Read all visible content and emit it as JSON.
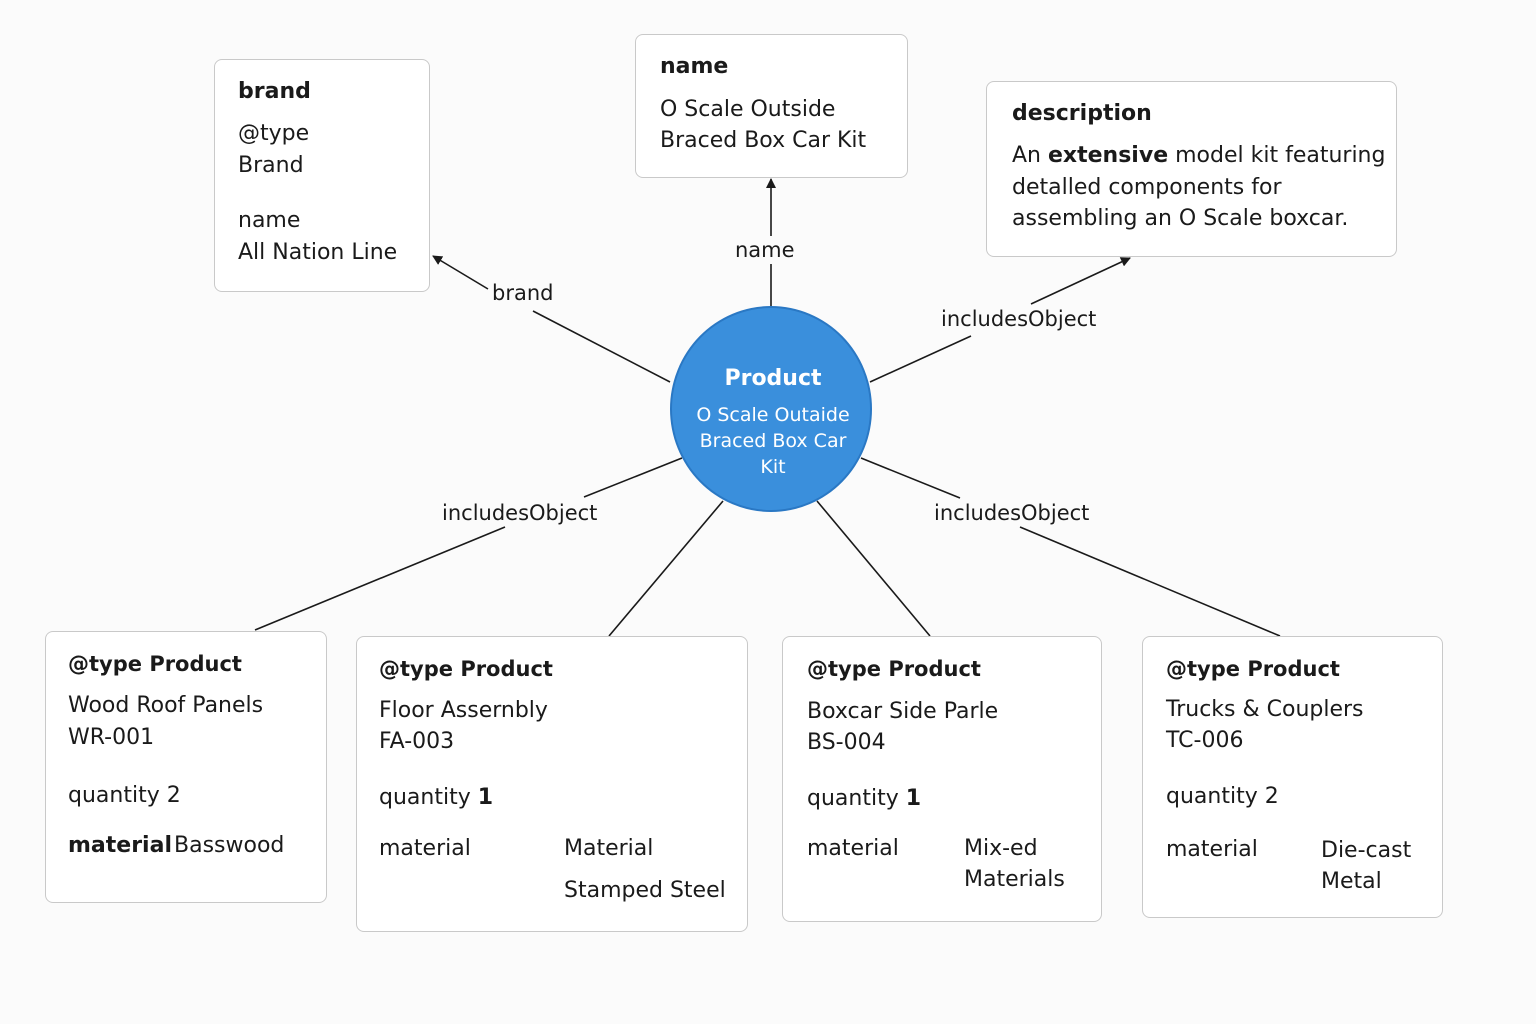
{
  "hub": {
    "title": "Product",
    "subtitle_lines": [
      "O Scale Outaide",
      "Braced Box Car",
      "Kit"
    ]
  },
  "brand_box": {
    "heading": "brand",
    "type_key": "@type",
    "type_value": "Brand",
    "name_key": "name",
    "name_value": "All Nation Line"
  },
  "name_box": {
    "heading": "name",
    "lines": [
      "O Scale Outside",
      "Braced Box Car Kit"
    ]
  },
  "description_box": {
    "heading": "description",
    "line1_pre": "An ",
    "line1_bold": "extensive",
    "line1_post": " model kit featuring",
    "line2": "detalled components for",
    "line3": "assembling an O Scale boxcar."
  },
  "edge_labels": {
    "brand": "brand",
    "name": "name",
    "includes_top_right": "includesObject",
    "includes_bottom_left": "includesObject",
    "includes_bottom_right": "includesObject"
  },
  "parts": [
    {
      "type_label": "@type Product",
      "name": "Wood Roof Panels",
      "code": "WR-001",
      "quantity_label": "quantity",
      "quantity": "2",
      "material_label": "material",
      "material_lines": [
        "Basswood"
      ]
    },
    {
      "type_label": "@type Product",
      "name": "Floor Assernbly",
      "code": "FA-003",
      "quantity_label": "quantity",
      "quantity": "1",
      "material_label": "material",
      "material_lines": [
        "Material",
        "Stamped Steel"
      ]
    },
    {
      "type_label": "@type Product",
      "name": "Boxcar Side Parle",
      "code": "BS-004",
      "quantity_label": "quantity",
      "quantity": "1",
      "material_label": "material",
      "material_lines": [
        "Mix-ed",
        "Materials"
      ]
    },
    {
      "type_label": "@type Product",
      "name": "Trucks & Couplers",
      "code": "TC-006",
      "quantity_label": "quantity",
      "quantity": "2",
      "material_label": "material",
      "material_lines": [
        "Die-cast",
        "Metal"
      ]
    }
  ],
  "colors": {
    "hub_fill": "#3a8fdc",
    "box_border": "#c9c9c9",
    "line": "#1a1a1a"
  }
}
